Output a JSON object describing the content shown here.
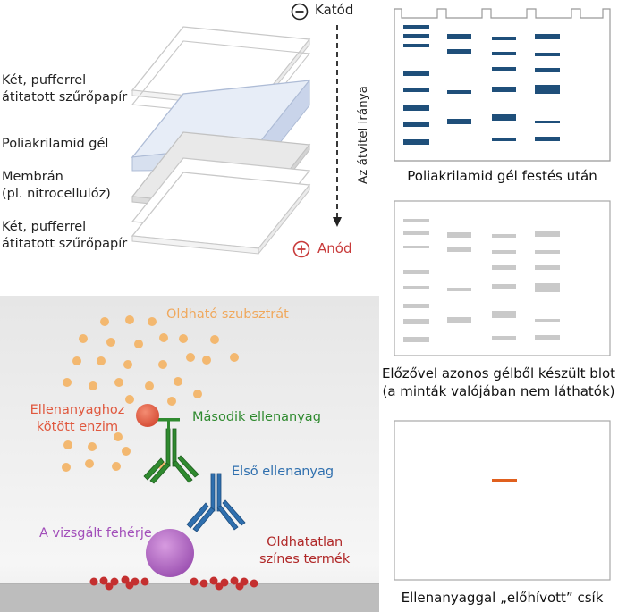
{
  "top": {
    "cathode_label": "Katód",
    "anode_label": "Anód",
    "direction_label": "Az átvitel iránya",
    "layers": [
      {
        "line1": "Két, pufferrel",
        "line2": "átitatott szűrőpapír"
      },
      {
        "line1": "Poliakrilamid gél",
        "line2": ""
      },
      {
        "line1": "Membrán",
        "line2": "(pl. nitrocellulóz)"
      },
      {
        "line1": "Két, pufferrel",
        "line2": "átitatott szűrőpapír"
      }
    ]
  },
  "right": {
    "gel_caption": "Poliakrilamid gél festés után",
    "blot_caption_line1": "Előzővel azonos gélből készült blot",
    "blot_caption_line2": "(a minták valójában nem láthatók)",
    "developed_caption": "Ellenanyaggal „előhívott” csík"
  },
  "bottom": {
    "substrate_label": "Oldható szubsztrát",
    "enzyme_label_line1": "Ellenanyaghoz",
    "enzyme_label_line2": "kötött enzim",
    "secondary_label": "Második ellenanyag",
    "primary_label": "Első ellenanyag",
    "protein_label": "A vizsgált fehérje",
    "product_label_line1": "Oldhatatlan",
    "product_label_line2": "színes termék"
  },
  "colors": {
    "cathode_anode": "#c83a3a",
    "gel_band": "#1f4f7a",
    "blot_band": "#c9c9c9",
    "developed_band": "#e0601e",
    "substrate": "#f3b870",
    "enzyme": "#e8634a",
    "secondary_antibody": "#2f8a2f",
    "primary_antibody": "#2f6fae",
    "protein": "#b06ac0",
    "product": "#c43030"
  }
}
